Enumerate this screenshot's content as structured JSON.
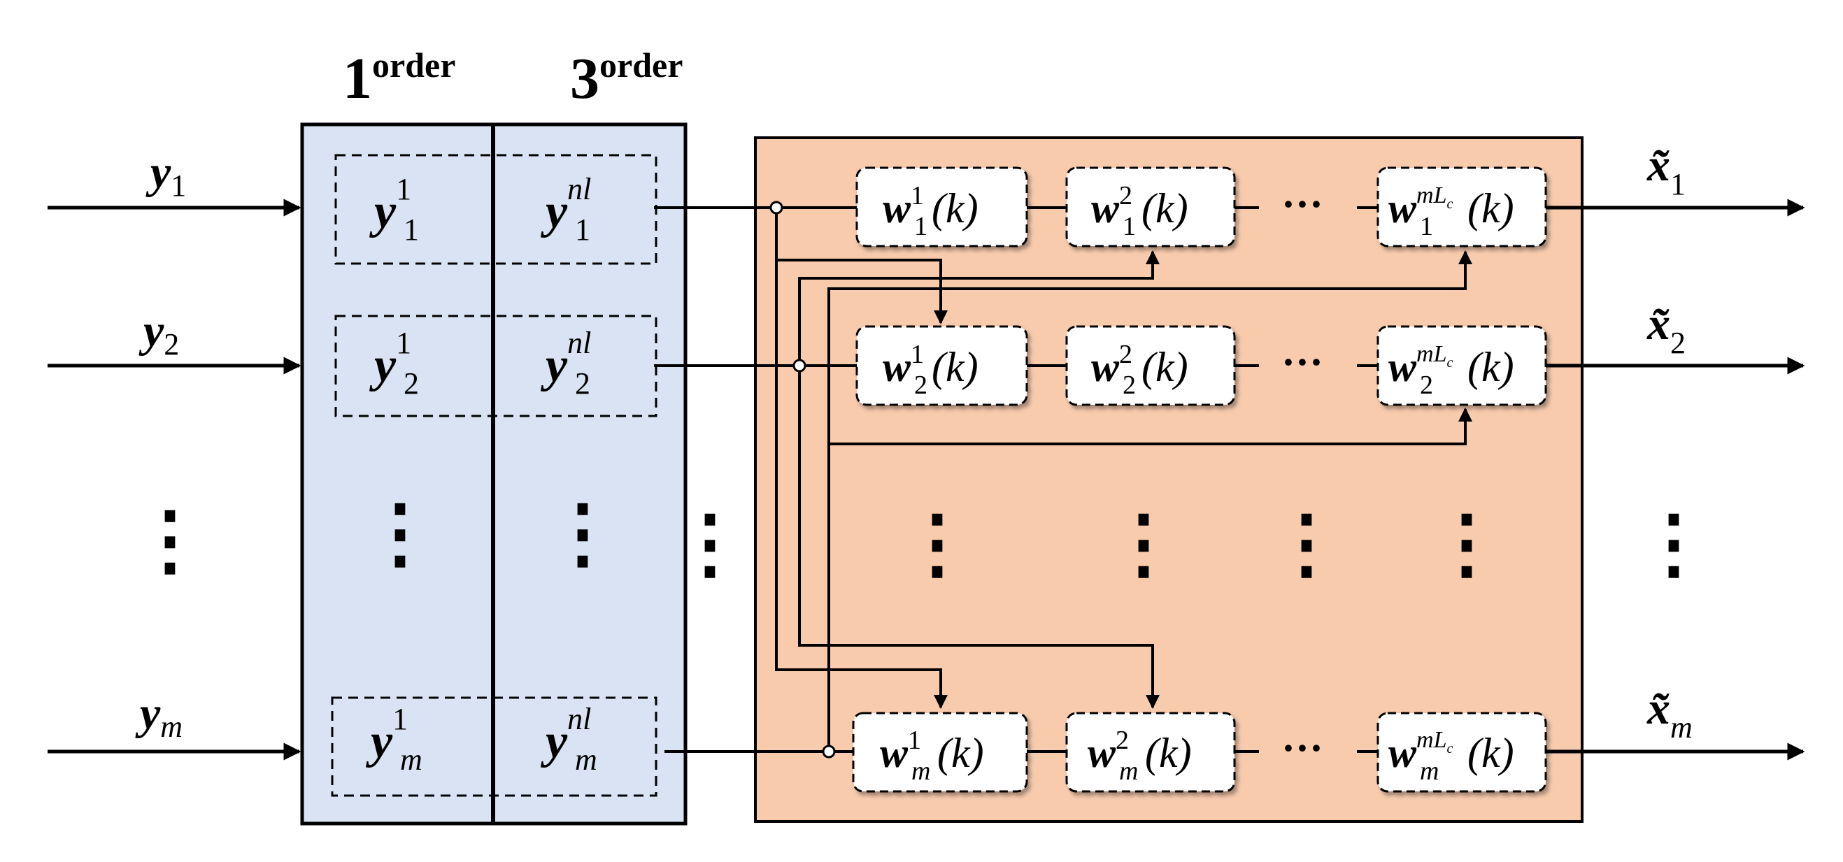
{
  "headers": {
    "first": {
      "num": "1",
      "word": "order"
    },
    "third": {
      "num": "3",
      "word": "order"
    }
  },
  "inputs": [
    {
      "base": "y",
      "sub": "1"
    },
    {
      "base": "y",
      "sub": "2"
    },
    {
      "base": "y",
      "sub": "m"
    }
  ],
  "first_order": [
    {
      "base": "y",
      "sup": "1",
      "sub": "1"
    },
    {
      "base": "y",
      "sup": "1",
      "sub": "2"
    },
    {
      "base": "y",
      "sup": "1",
      "sub": "m"
    }
  ],
  "third_order": [
    {
      "base": "y",
      "sup": "nl",
      "sub": "1"
    },
    {
      "base": "y",
      "sup": "nl",
      "sub": "2"
    },
    {
      "base": "y",
      "sup": "nl",
      "sub": "m"
    }
  ],
  "weights": [
    [
      {
        "base": "w",
        "sup": "1",
        "sub": "1",
        "arg": "(k)"
      },
      {
        "base": "w",
        "sup": "2",
        "sub": "1",
        "arg": "(k)"
      },
      {
        "base": "w",
        "sup": "mL",
        "supsub": "c",
        "sub": "1",
        "arg": "(k)"
      }
    ],
    [
      {
        "base": "w",
        "sup": "1",
        "sub": "2",
        "arg": "(k)"
      },
      {
        "base": "w",
        "sup": "2",
        "sub": "2",
        "arg": "(k)"
      },
      {
        "base": "w",
        "sup": "mL",
        "supsub": "c",
        "sub": "2",
        "arg": "(k)"
      }
    ],
    [
      {
        "base": "w",
        "sup": "1",
        "sub": "m",
        "arg": "(k)"
      },
      {
        "base": "w",
        "sup": "2",
        "sub": "m",
        "arg": "(k)"
      },
      {
        "base": "w",
        "sup": "mL",
        "supsub": "c",
        "sub": "m",
        "arg": "(k)"
      }
    ]
  ],
  "outputs": [
    {
      "base": "x̃",
      "sub": "1"
    },
    {
      "base": "x̃",
      "sub": "2"
    },
    {
      "base": "x̃",
      "sub": "m"
    }
  ],
  "ellipsis_h": "···",
  "ellipsis_v": "⋮",
  "colors": {
    "feature_panel": "#dae3f3",
    "filter_panel": "#f8cbad",
    "stroke": "#000000",
    "weight_box": "#ffffff"
  }
}
